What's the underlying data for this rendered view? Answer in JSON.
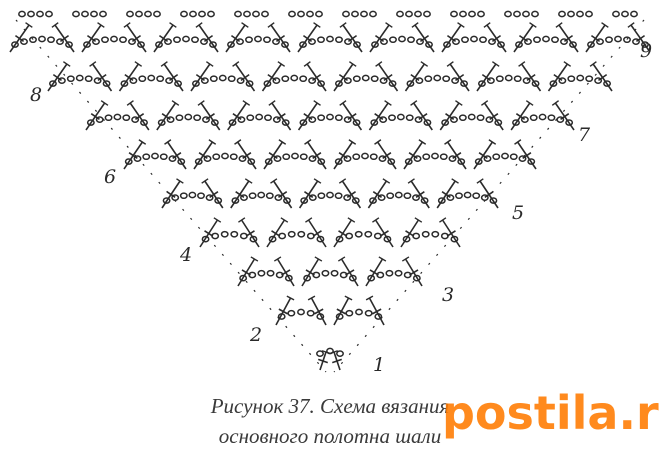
{
  "figure": {
    "title": "Рисунок 37. Схема вязания",
    "subtitle": "основного полотна шали"
  },
  "row_labels": [
    "1",
    "2",
    "3",
    "4",
    "5",
    "6",
    "7",
    "8",
    "9"
  ],
  "watermark": "postila.ru",
  "colors": {
    "ink": "#2b2b2b",
    "caption": "#3a3a3a",
    "watermark": "#ff7a00",
    "background": "#ffffff"
  },
  "symbols": [
    "chain-stitch",
    "double-crochet"
  ]
}
